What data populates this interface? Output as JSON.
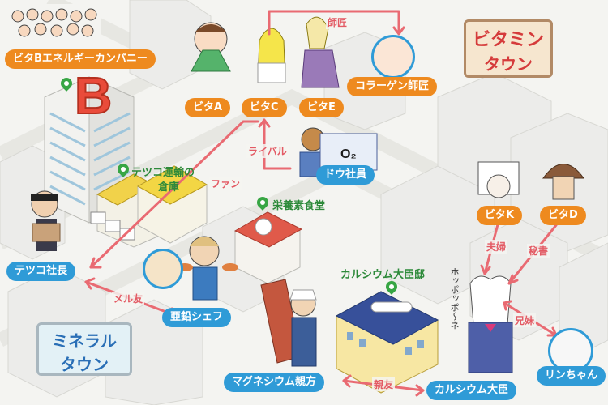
{
  "signs": {
    "vitamin_line1": "ビタミン",
    "vitamin_line2": "タウン",
    "mineral_line1": "ミネラル",
    "mineral_line2": "タウン"
  },
  "labels": {
    "vita_b_company": "ビタBエネルギーカンパニー",
    "vita_a": "ビタA",
    "vita_c": "ビタC",
    "vita_e": "ビタE",
    "collagen": "コラーゲン師匠",
    "do_president": "ドウ社員",
    "tetsuko_president": "テツコ社長",
    "zinc_chef": "亜鉛シェフ",
    "vita_k": "ビタK",
    "vita_d": "ビタD",
    "magnesium": "マグネシウム親方",
    "calcium_minister": "カルシウム大臣",
    "rin": "リンちゃん"
  },
  "places": {
    "tetsuko_warehouse_1": "テツコ運輸の",
    "tetsuko_warehouse_2": "倉庫",
    "nutrition_diner": "栄養素食堂",
    "calcium_residence": "カルシウム大臣邸"
  },
  "relations": {
    "master": "師匠",
    "rival": "ライバル",
    "fan": "ファン",
    "mail_friend": "メル友",
    "couple": "夫婦",
    "secretary": "秘書",
    "siblings": "兄妹",
    "best_friend": "親友"
  },
  "misc": {
    "o2": "O₂",
    "hoppo": "ホッポッポ〜ネ"
  },
  "colors": {
    "orange": "#ee8a1f",
    "blue": "#2f9bd7",
    "relation": "#e35a64",
    "pin": "#37a644",
    "background": "#f4f4f1"
  }
}
